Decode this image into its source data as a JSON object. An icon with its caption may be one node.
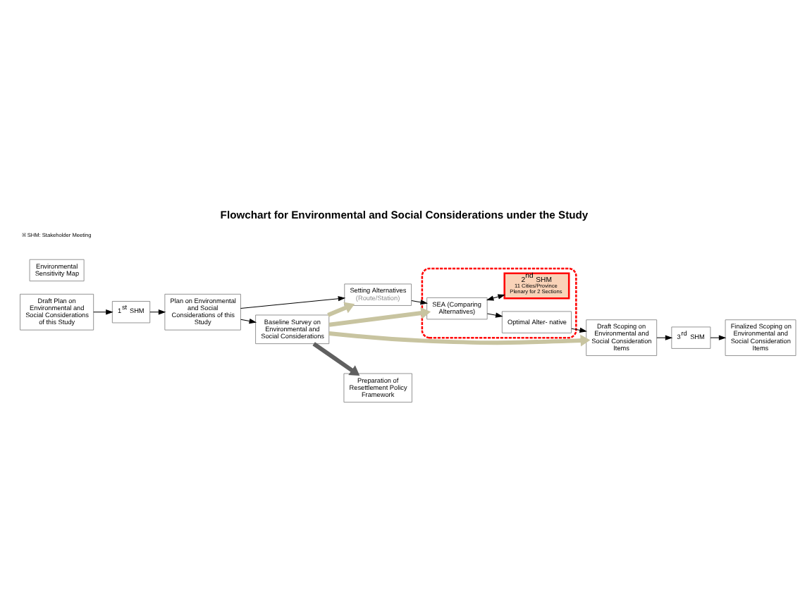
{
  "diagram": {
    "title": "Flowchart for Environmental and Social Considerations under the Study",
    "nodes": [
      {
        "text": [
          "Draft Plan on Environmental and Social Considerations of this Study"
        ]
      },
      {
        "text": [
          "1$^{st}$ SHM"
        ]
      },
      {
        "text": [
          "Plan on Environmental and Social Considerations of this Study"
        ]
      },
      {
        "text": [
          "Setting Alternatives",
          "(Route/Station)"
        ]
      },
      {
        "text": [],
        "shape": "box"
      },
      {
        "text": [
          "SEA (Comparing Alternatives)"
        ],
        "in": 4
      },
      {
        "text": [
          "Optimal Alter- native"
        ],
        "in": 4
      },
      {
        "text": [
          "2$^{nd}$ SHM",
          "11 Cities/Province",
          "Plenary for 2 Sections"
        ],
        "in": 4
      },
      {
        "text": [
          "Environmental Sensitivity Map"
        ]
      },
      {
        "text": [
          "Baseline Survey on Environmental and Social Considerations"
        ]
      },
      {
        "text": [
          "Draft Scoping on Environmental and Social Consideration Items"
        ]
      },
      {
        "text": [
          "3$^{rd}$ SHM"
        ]
      },
      {
        "text": [
          "Finalized Scoping on Environmental and Social Consideration Items"
        ]
      },
      {
        "text": [
          "Preparation of Resettlement Policy Framework"
        ]
      }
    ],
    "edges": [
      {
        "from": 0,
        "to": 1,
        "arrow": "to"
      },
      {
        "from": 1,
        "to": 2,
        "arrow": "to"
      },
      {
        "from": 2,
        "to": 3,
        "arrow": "to"
      },
      {
        "from": 2,
        "to": 9,
        "arrow": "to"
      },
      {
        "from": 3,
        "to": 5,
        "arrow": "to"
      },
      {
        "from": 5,
        "to": 6,
        "arrow": "to"
      },
      {
        "from": 6,
        "to": 10,
        "arrow": "to"
      },
      {
        "from": 5,
        "to": 7,
        "arrow": "both"
      },
      {
        "from": 9,
        "to": 3,
        "arrow": "to",
        "style": "thick",
        "color": "#c8c4a0"
      },
      {
        "from": 9,
        "to": 5,
        "arrow": "to",
        "style": "thick",
        "color": "#c8c4a0"
      },
      {
        "from": 9,
        "to": 10,
        "arrow": "to",
        "style": "thick",
        "color": "#c8c4a0"
      },
      {
        "from": 9,
        "to": 13,
        "arrow": "to",
        "style": "thick",
        "color": "#606060"
      },
      {
        "from": 10,
        "to": 11,
        "arrow": "to"
      },
      {
        "from": 11,
        "to": 12,
        "arrow": "to"
      }
    ],
    "labels": [
      "※ SHM: Stakeholder Meeting"
    ]
  }
}
